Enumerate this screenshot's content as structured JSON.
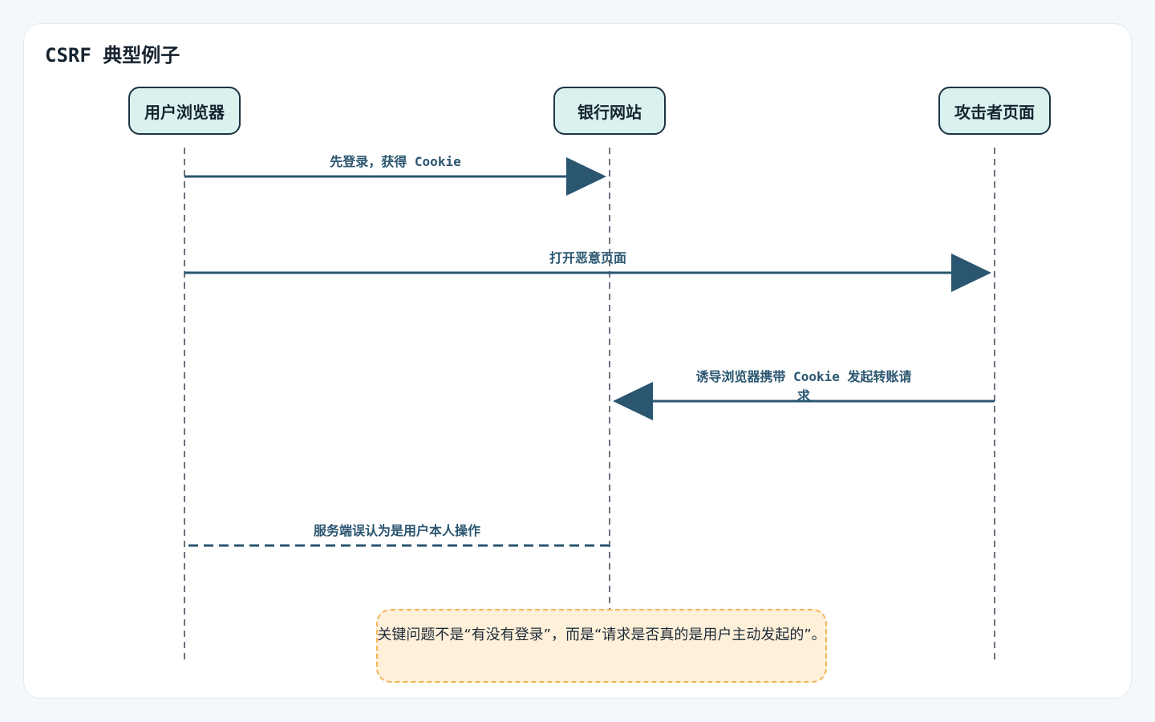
{
  "title": "CSRF 典型例子",
  "actors": [
    {
      "id": "browser",
      "label": "用户浏览器"
    },
    {
      "id": "bank",
      "label": "银行网站"
    },
    {
      "id": "attacker",
      "label": "攻击者页面"
    }
  ],
  "messages": [
    {
      "from": "browser",
      "to": "bank",
      "label": "先登录，获得 Cookie",
      "style": "solid"
    },
    {
      "from": "browser",
      "to": "attacker",
      "label": "打开恶意页面",
      "style": "solid"
    },
    {
      "from": "attacker",
      "to": "bank",
      "label": "诱导浏览器携带 Cookie 发起转账请求",
      "style": "solid"
    },
    {
      "from": "bank",
      "to": "browser",
      "label": "服务端误认为是用户本人操作",
      "style": "dashed"
    }
  ],
  "note": "关键问题不是“有没有登录”，而是“请求是否真的是用户主动发起的”。",
  "colors": {
    "arrow": "#2a5670",
    "lifeline": "#6b7280",
    "actor_fill": "#d9f2ee",
    "actor_border": "#1e3342",
    "note_fill": "#fff0da",
    "note_border": "#f3b55a"
  }
}
